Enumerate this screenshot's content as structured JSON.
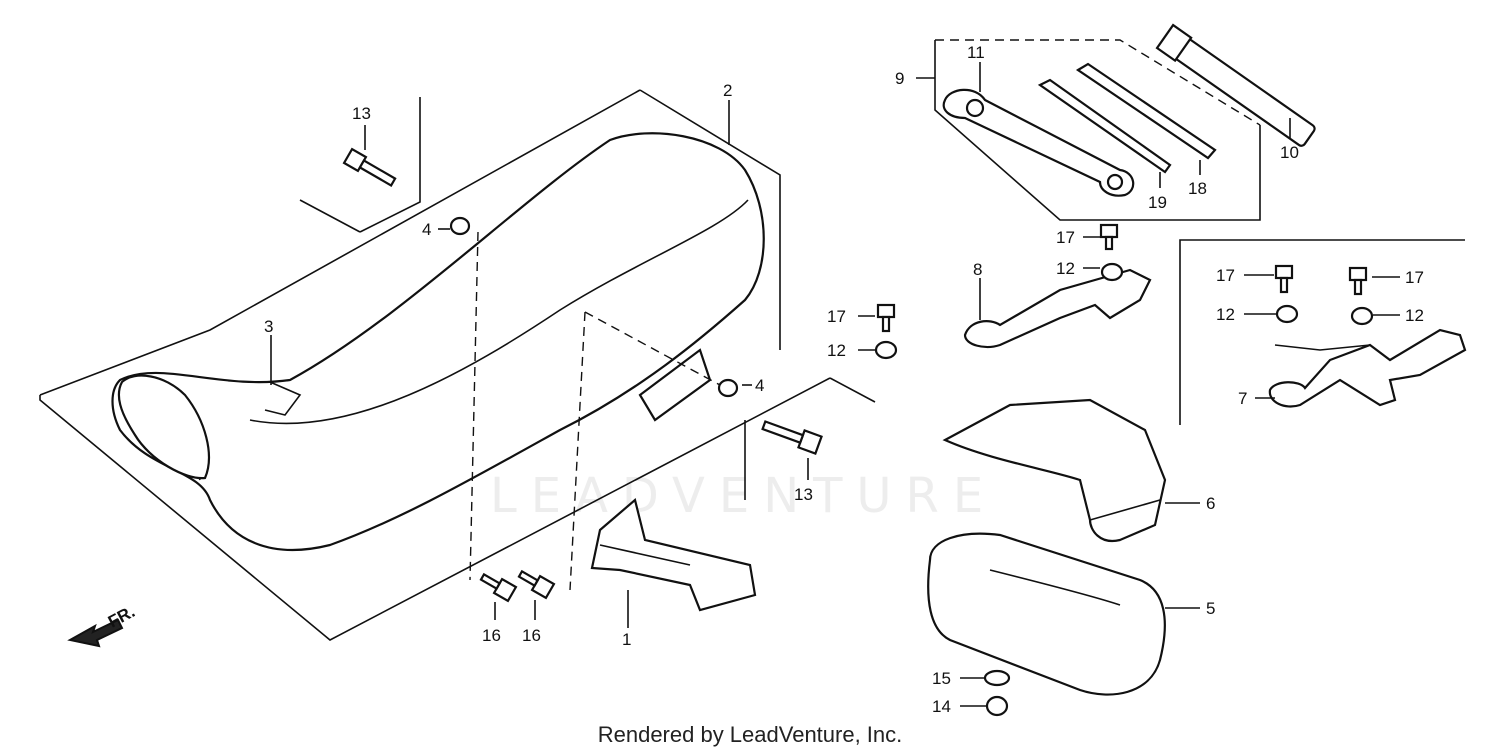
{
  "watermark": "LEADVENTURE",
  "footer": "Rendered by LeadVenture, Inc.",
  "front_marker": "FR.",
  "callouts": {
    "c1": "1",
    "c2": "2",
    "c3": "3",
    "c4a": "4",
    "c4b": "4",
    "c5": "5",
    "c6": "6",
    "c7": "7",
    "c8": "8",
    "c9": "9",
    "c10": "10",
    "c11": "11",
    "c12a": "12",
    "c12b": "12",
    "c12c": "12",
    "c12d": "12",
    "c13a": "13",
    "c13b": "13",
    "c14": "14",
    "c15": "15",
    "c16a": "16",
    "c16b": "16",
    "c17a": "17",
    "c17b": "17",
    "c17c": "17",
    "c17d": "17",
    "c18": "18",
    "c19": "19"
  }
}
